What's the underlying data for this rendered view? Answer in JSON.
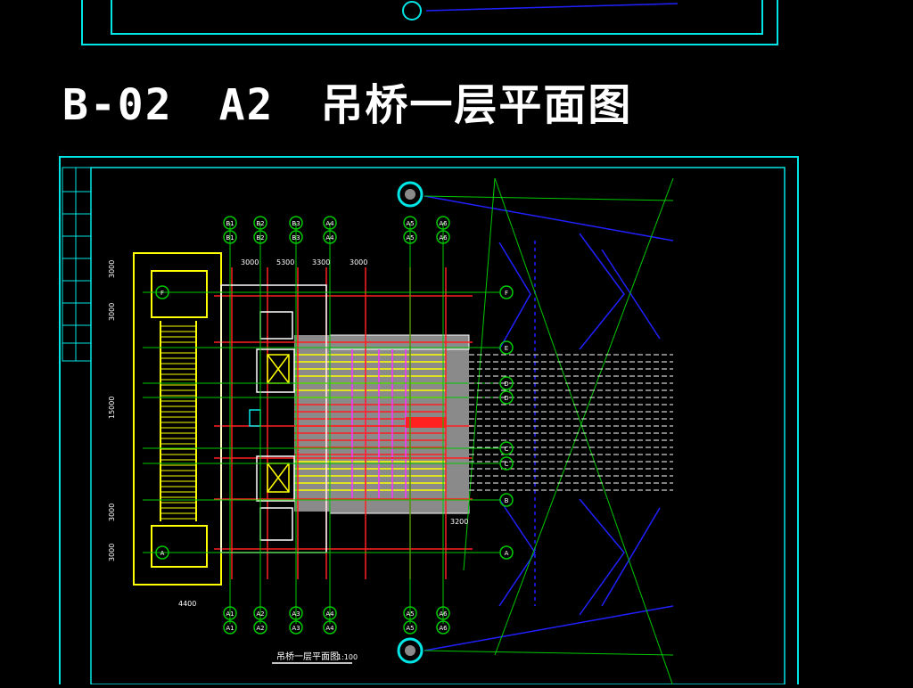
{
  "heading": {
    "code": "B-02",
    "size": "A2",
    "title": "吊桥一层平面图"
  },
  "drawing": {
    "axis_top": [
      "B1",
      "B2",
      "B3",
      "A4",
      "A5",
      "A6"
    ],
    "axis_bottom": [
      "A1",
      "A2",
      "A3",
      "A4",
      "A5",
      "A6"
    ],
    "axis_right": [
      "F",
      "E",
      "D",
      "D",
      "C",
      "C",
      "B",
      "A"
    ],
    "dims_top": [
      "3000",
      "5300",
      "3300",
      "3000"
    ],
    "dims_left": [
      "3000",
      "3000",
      "15000",
      "3000",
      "3000"
    ],
    "dim_bottom": "4400",
    "dim_right": "3200",
    "plan_title": "吊桥一层平面图",
    "plan_scale": "1:100"
  },
  "colors": {
    "background": "#000000",
    "frame": "#00e5e5",
    "grid": "#00c800",
    "wall": "#ffff00",
    "red": "#ff2020",
    "magenta": "#ff30ff",
    "blue": "#2020ff",
    "gray": "#8a8a8a"
  }
}
